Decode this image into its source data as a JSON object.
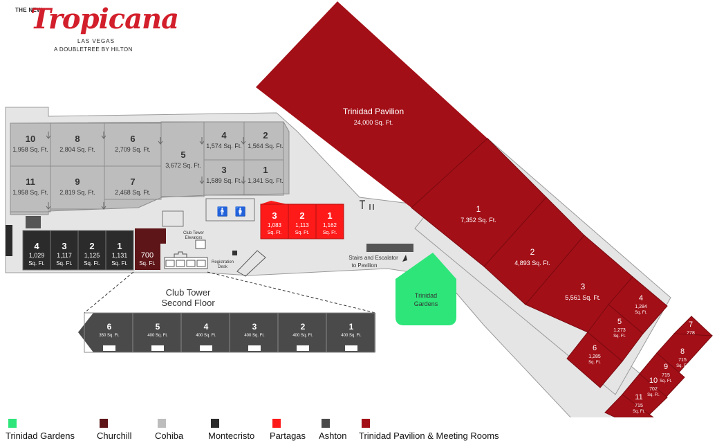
{
  "logo": {
    "new": "THE NEW",
    "name": "Tropicana",
    "city": "LAS VEGAS",
    "sub": "A DOUBLETREE BY HILTON"
  },
  "colors": {
    "trinidad_gardens": "#2ee57a",
    "churchill": "#5e1518",
    "cohiba": "#bdbdbd",
    "montecristo": "#2b2b2b",
    "partagas": "#ff1a1a",
    "ashton": "#4a4a4a",
    "pavilion": "#a30f17"
  },
  "units": {
    "sqft": "Sq. Ft."
  },
  "pavilion": {
    "title": "Trinidad Pavilion",
    "area": "24,000"
  },
  "pavilion_rooms": [
    {
      "num": "1",
      "area": "7,352"
    },
    {
      "num": "2",
      "area": "4,893"
    },
    {
      "num": "3",
      "area": "5,561"
    },
    {
      "num": "4",
      "area": "1,284"
    },
    {
      "num": "5",
      "area": "1,273"
    },
    {
      "num": "6",
      "area": "1,285"
    },
    {
      "num": "7",
      "area": "278"
    },
    {
      "num": "8",
      "area": "715"
    },
    {
      "num": "9",
      "area": "715"
    },
    {
      "num": "10",
      "area": "702"
    },
    {
      "num": "11",
      "area": "715"
    }
  ],
  "cohiba_rooms": [
    {
      "num": "10",
      "area": "1,958"
    },
    {
      "num": "8",
      "area": "2,804"
    },
    {
      "num": "6",
      "area": "2,709"
    },
    {
      "num": "11",
      "area": "1,958"
    },
    {
      "num": "9",
      "area": "2,819"
    },
    {
      "num": "7",
      "area": "2,468"
    },
    {
      "num": "5",
      "area": "3,672"
    },
    {
      "num": "4",
      "area": "1,574"
    },
    {
      "num": "2",
      "area": "1,564"
    },
    {
      "num": "3",
      "area": "1,589"
    },
    {
      "num": "1",
      "area": "1,341"
    }
  ],
  "montecristo_rooms": [
    {
      "num": "4",
      "area": "1,029"
    },
    {
      "num": "3",
      "area": "1,117"
    },
    {
      "num": "2",
      "area": "1,125"
    },
    {
      "num": "1",
      "area": "1,131"
    }
  ],
  "churchill_room": {
    "num": "700"
  },
  "partagas_rooms": [
    {
      "num": "3",
      "area": "1,083"
    },
    {
      "num": "2",
      "area": "1,113"
    },
    {
      "num": "1",
      "area": "1,162"
    }
  ],
  "club_tower": {
    "title_line1": "Club Tower",
    "title_line2": "Second Floor",
    "rooms": [
      {
        "num": "6",
        "area": "350"
      },
      {
        "num": "5",
        "area": "400"
      },
      {
        "num": "4",
        "area": "400"
      },
      {
        "num": "3",
        "area": "400"
      },
      {
        "num": "2",
        "area": "400"
      },
      {
        "num": "1",
        "area": "400"
      }
    ]
  },
  "labels": {
    "club_elevators_1": "Club Tower",
    "club_elevators_2": "Elevators",
    "registration_1": "Registration",
    "registration_2": "Desk",
    "stairs_1": "Stairs and Escalator",
    "stairs_2": "to Pavilion",
    "gardens_1": "Trinidad",
    "gardens_2": "Gardens"
  },
  "legend": [
    {
      "label": "Trinidad Gardens",
      "color": "#2ee57a"
    },
    {
      "label": "Churchill",
      "color": "#5e1518"
    },
    {
      "label": "Cohiba",
      "color": "#bdbdbd"
    },
    {
      "label": "Montecristo",
      "color": "#2b2b2b"
    },
    {
      "label": "Partagas",
      "color": "#ff1a1a"
    },
    {
      "label": "Ashton",
      "color": "#4a4a4a"
    },
    {
      "label": "Trinidad Pavilion & Meeting Rooms",
      "color": "#a30f17"
    }
  ]
}
